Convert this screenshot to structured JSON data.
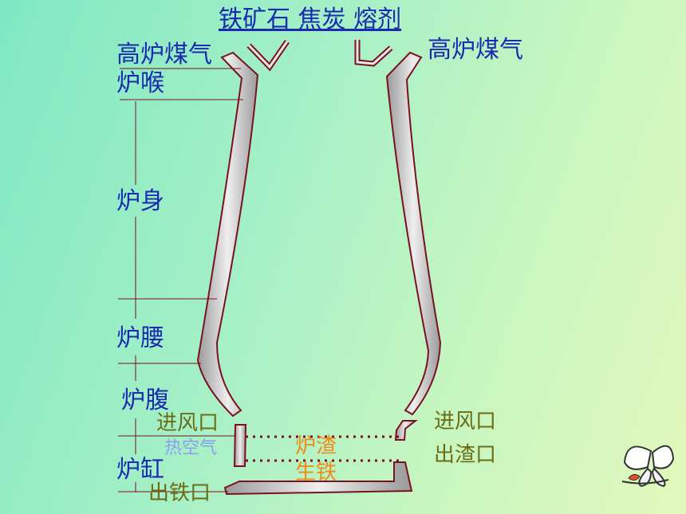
{
  "slide": {
    "title": "铁矿石 焦炭 熔剂",
    "gas_left": "高炉煤气",
    "gas_right": "高炉煤气",
    "throat": "炉喉",
    "shaft": "炉身",
    "belly": "炉腰",
    "bosh": "炉腹",
    "tuyere_left": "进风口",
    "tuyere_right": "进风口",
    "hot_air": "热空气",
    "slag": "炉渣",
    "slag_outlet": "出渣口",
    "hearth": "炉缸",
    "pig_iron": "生铁",
    "iron_outlet": "出铁口"
  },
  "colors": {
    "label_blue": "#1a2bb0",
    "label_olive": "#6b6d14",
    "hot_air": "#8a9ef0",
    "orange": "#f08a18",
    "wall_outline": "#7a1020",
    "wall_fill": "#c8c8c8",
    "dotted_line": "#7a1020"
  },
  "icons": {
    "corner_ornament": "butterfly-icon"
  }
}
